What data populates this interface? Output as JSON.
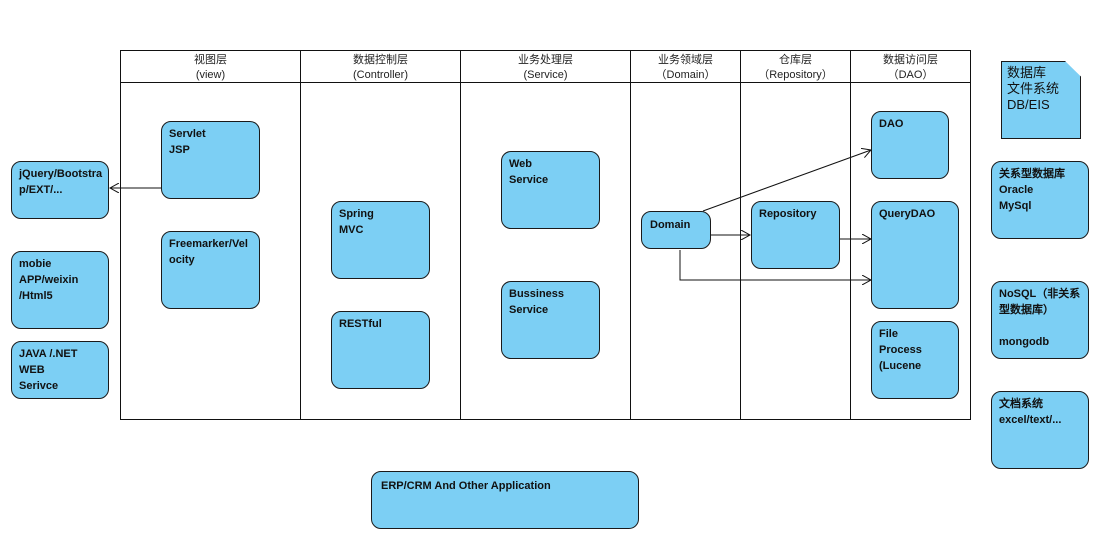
{
  "layers": [
    {
      "cn": "视图层",
      "en": "(view)"
    },
    {
      "cn": "数据控制层",
      "en": "(Controller)"
    },
    {
      "cn": "业务处理层",
      "en": "(Service)"
    },
    {
      "cn": "业务领域层",
      "en": "（Domain）"
    },
    {
      "cn": "仓库层",
      "en": "（Repository）"
    },
    {
      "cn": "数据访问层",
      "en": "（DAO）"
    }
  ],
  "nodes": {
    "servlet": "Servlet\nJSP",
    "freemarker": "Freemarker/Vel\nocity",
    "spring": "Spring\nMVC",
    "restful": "RESTful",
    "web_service": "Web\nService",
    "bussiness_service": "Bussiness\nService",
    "domain": "Domain",
    "repository": "Repository",
    "dao": "DAO",
    "querydao": "QueryDAO",
    "file_process": "File\nProcess\n(Lucene",
    "jquery": "jQuery/Bootstra\np/EXT/...",
    "mobile": "mobie\nAPP/weixin\n/Html5",
    "java_net": "JAVA /.NET\nWEB\nSerivce",
    "relational_db": "关系型数据库\nOracle\nMySql",
    "nosql": "NoSQL（非关系\n型数据库）\n\nmongodb",
    "doc_system": "文档系统\nexcel/text/...",
    "erp": "ERP/CRM And Other Application"
  },
  "note": "数据库\n文件系统\nDB/EIS"
}
